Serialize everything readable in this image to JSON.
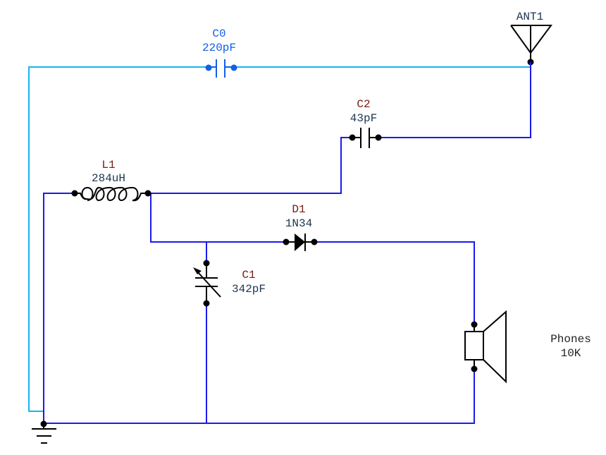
{
  "components": {
    "c0": {
      "ref": "C0",
      "value": "220pF"
    },
    "c1": {
      "ref": "C1",
      "value": "342pF"
    },
    "c2": {
      "ref": "C2",
      "value": "43pF"
    },
    "l1": {
      "ref": "L1",
      "value": "284uH"
    },
    "d1": {
      "ref": "D1",
      "value": "1N34"
    },
    "ant1": {
      "ref": "ANT1"
    },
    "phones": {
      "ref": "Phones",
      "value": "10K"
    }
  },
  "colors": {
    "wire": "#1a1aee",
    "antenna_wire": "#18b4f0",
    "c0_label": "#1060e8"
  }
}
